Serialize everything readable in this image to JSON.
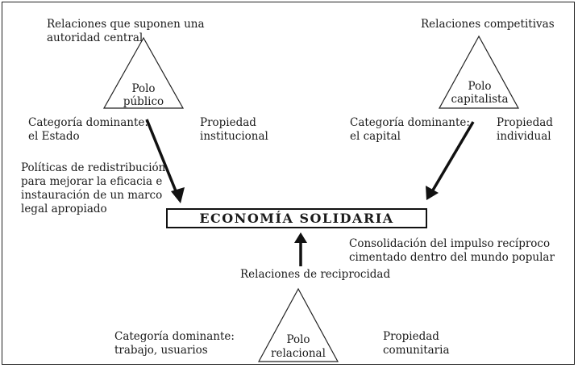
{
  "title": "ECONOMÍA SOLIDARIA",
  "public_pole": {
    "relations": [
      "Relaciones que suponen una",
      "autoridad central"
    ],
    "label": [
      "Polo",
      "público"
    ],
    "category": [
      "Categoría dominante:",
      "el Estado"
    ],
    "property": [
      "Propiedad",
      "institucional"
    ],
    "policies": [
      "Políticas de redistribución",
      "para mejorar la eficacia e",
      "instauración de un marco",
      "legal apropiado"
    ]
  },
  "capitalist_pole": {
    "relations": "Relaciones competitivas",
    "label": [
      "Polo",
      "capitalista"
    ],
    "category": [
      "Categoría dominante:",
      "el capital"
    ],
    "property": [
      "Propiedad",
      "individual"
    ]
  },
  "relational_pole": {
    "relations": "Relaciones de reciprocidad",
    "label": [
      "Polo",
      "relacional"
    ],
    "category": [
      "Categoría dominante:",
      "trabajo, usuarios"
    ],
    "property": [
      "Propiedad",
      "comunitaria"
    ],
    "consolidation": [
      "Consolidación del impulso recíproco",
      "cimentado dentro del mundo popular"
    ]
  },
  "colors": {
    "line": "#111111",
    "text": "#1a1a1a"
  }
}
